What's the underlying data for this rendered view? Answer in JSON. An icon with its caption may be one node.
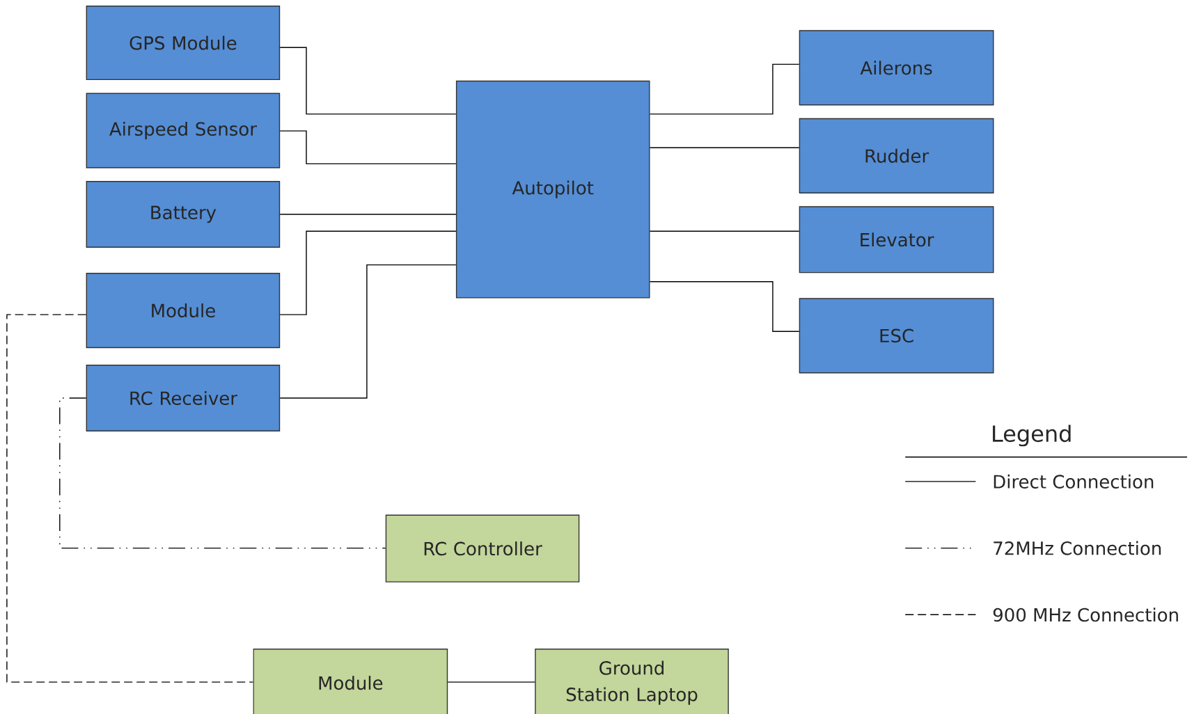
{
  "diagram": {
    "nodes": [
      {
        "text": [
          "GPS Module"
        ]
      },
      {
        "text": [
          "Airspeed Sensor"
        ]
      },
      {
        "text": [
          "Battery"
        ]
      },
      {
        "text": [
          "Module"
        ]
      },
      {
        "text": [
          "RC Receiver"
        ]
      },
      {
        "text": [
          "Autopilot"
        ]
      },
      {
        "text": [
          "Ailerons"
        ]
      },
      {
        "text": [
          "Rudder"
        ]
      },
      {
        "text": [
          "Elevator"
        ]
      },
      {
        "text": [
          "ESC"
        ]
      },
      {
        "text": [
          "RC Controller"
        ]
      },
      {
        "text": [
          "Module"
        ]
      },
      {
        "text": [
          "Ground Station Laptop"
        ]
      }
    ],
    "edges": [
      {
        "from": 0,
        "to": 5,
        "arrow": "none"
      },
      {
        "from": 1,
        "to": 5,
        "arrow": "none"
      },
      {
        "from": 2,
        "to": 5,
        "arrow": "none"
      },
      {
        "from": 3,
        "to": 5,
        "arrow": "none"
      },
      {
        "from": 4,
        "to": 5,
        "arrow": "none"
      },
      {
        "from": 5,
        "to": 6,
        "arrow": "none"
      },
      {
        "from": 5,
        "to": 7,
        "arrow": "none"
      },
      {
        "from": 5,
        "to": 8,
        "arrow": "none"
      },
      {
        "from": 5,
        "to": 9,
        "arrow": "none"
      },
      {
        "from": 4,
        "to": 10,
        "arrow": "none",
        "style": "dashed"
      },
      {
        "from": 3,
        "to": 11,
        "arrow": "none",
        "style": "dashed"
      },
      {
        "from": 11,
        "to": 12,
        "arrow": "none"
      }
    ],
    "labels": [
      "Legend"
    ],
    "legend": [
      {
        "text": "Direct Connection"
      },
      {
        "text": "72MHz Connection"
      },
      {
        "text": "900 MHz Connection"
      }
    ]
  }
}
